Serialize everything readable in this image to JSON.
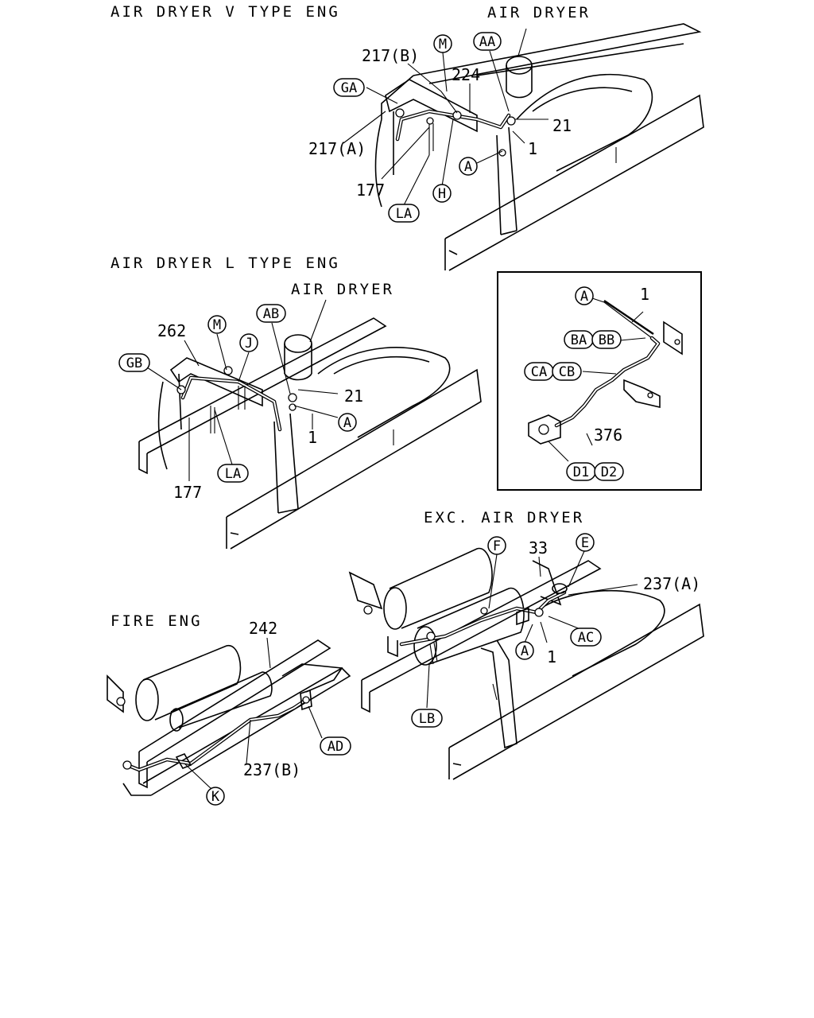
{
  "sections": {
    "v_type": {
      "title": "AIR DRYER V TYPE ENG",
      "component": "AIR DRYER",
      "numbers": [
        "217(B)",
        "224",
        "21",
        "1",
        "217(A)",
        "177"
      ],
      "codes": [
        "M",
        "AA",
        "GA",
        "A",
        "H",
        "LA"
      ]
    },
    "l_type": {
      "title": "AIR DRYER L TYPE ENG",
      "component": "AIR DRYER",
      "numbers": [
        "262",
        "21",
        "1",
        "177"
      ],
      "codes": [
        "M",
        "J",
        "AB",
        "GB",
        "A",
        "LA"
      ]
    },
    "detail": {
      "numbers": [
        "1",
        "376"
      ],
      "codes": [
        "A",
        "BA",
        "BB",
        "CA",
        "CB",
        "D1",
        "D2"
      ]
    },
    "exc": {
      "title": "EXC. AIR DRYER",
      "numbers": [
        "33",
        "237(A)",
        "1"
      ],
      "codes": [
        "F",
        "E",
        "AC",
        "A",
        "LB"
      ]
    },
    "fire": {
      "title": "FIRE ENG",
      "numbers": [
        "242",
        "237(B)"
      ],
      "codes": [
        "AD",
        "K"
      ]
    }
  }
}
